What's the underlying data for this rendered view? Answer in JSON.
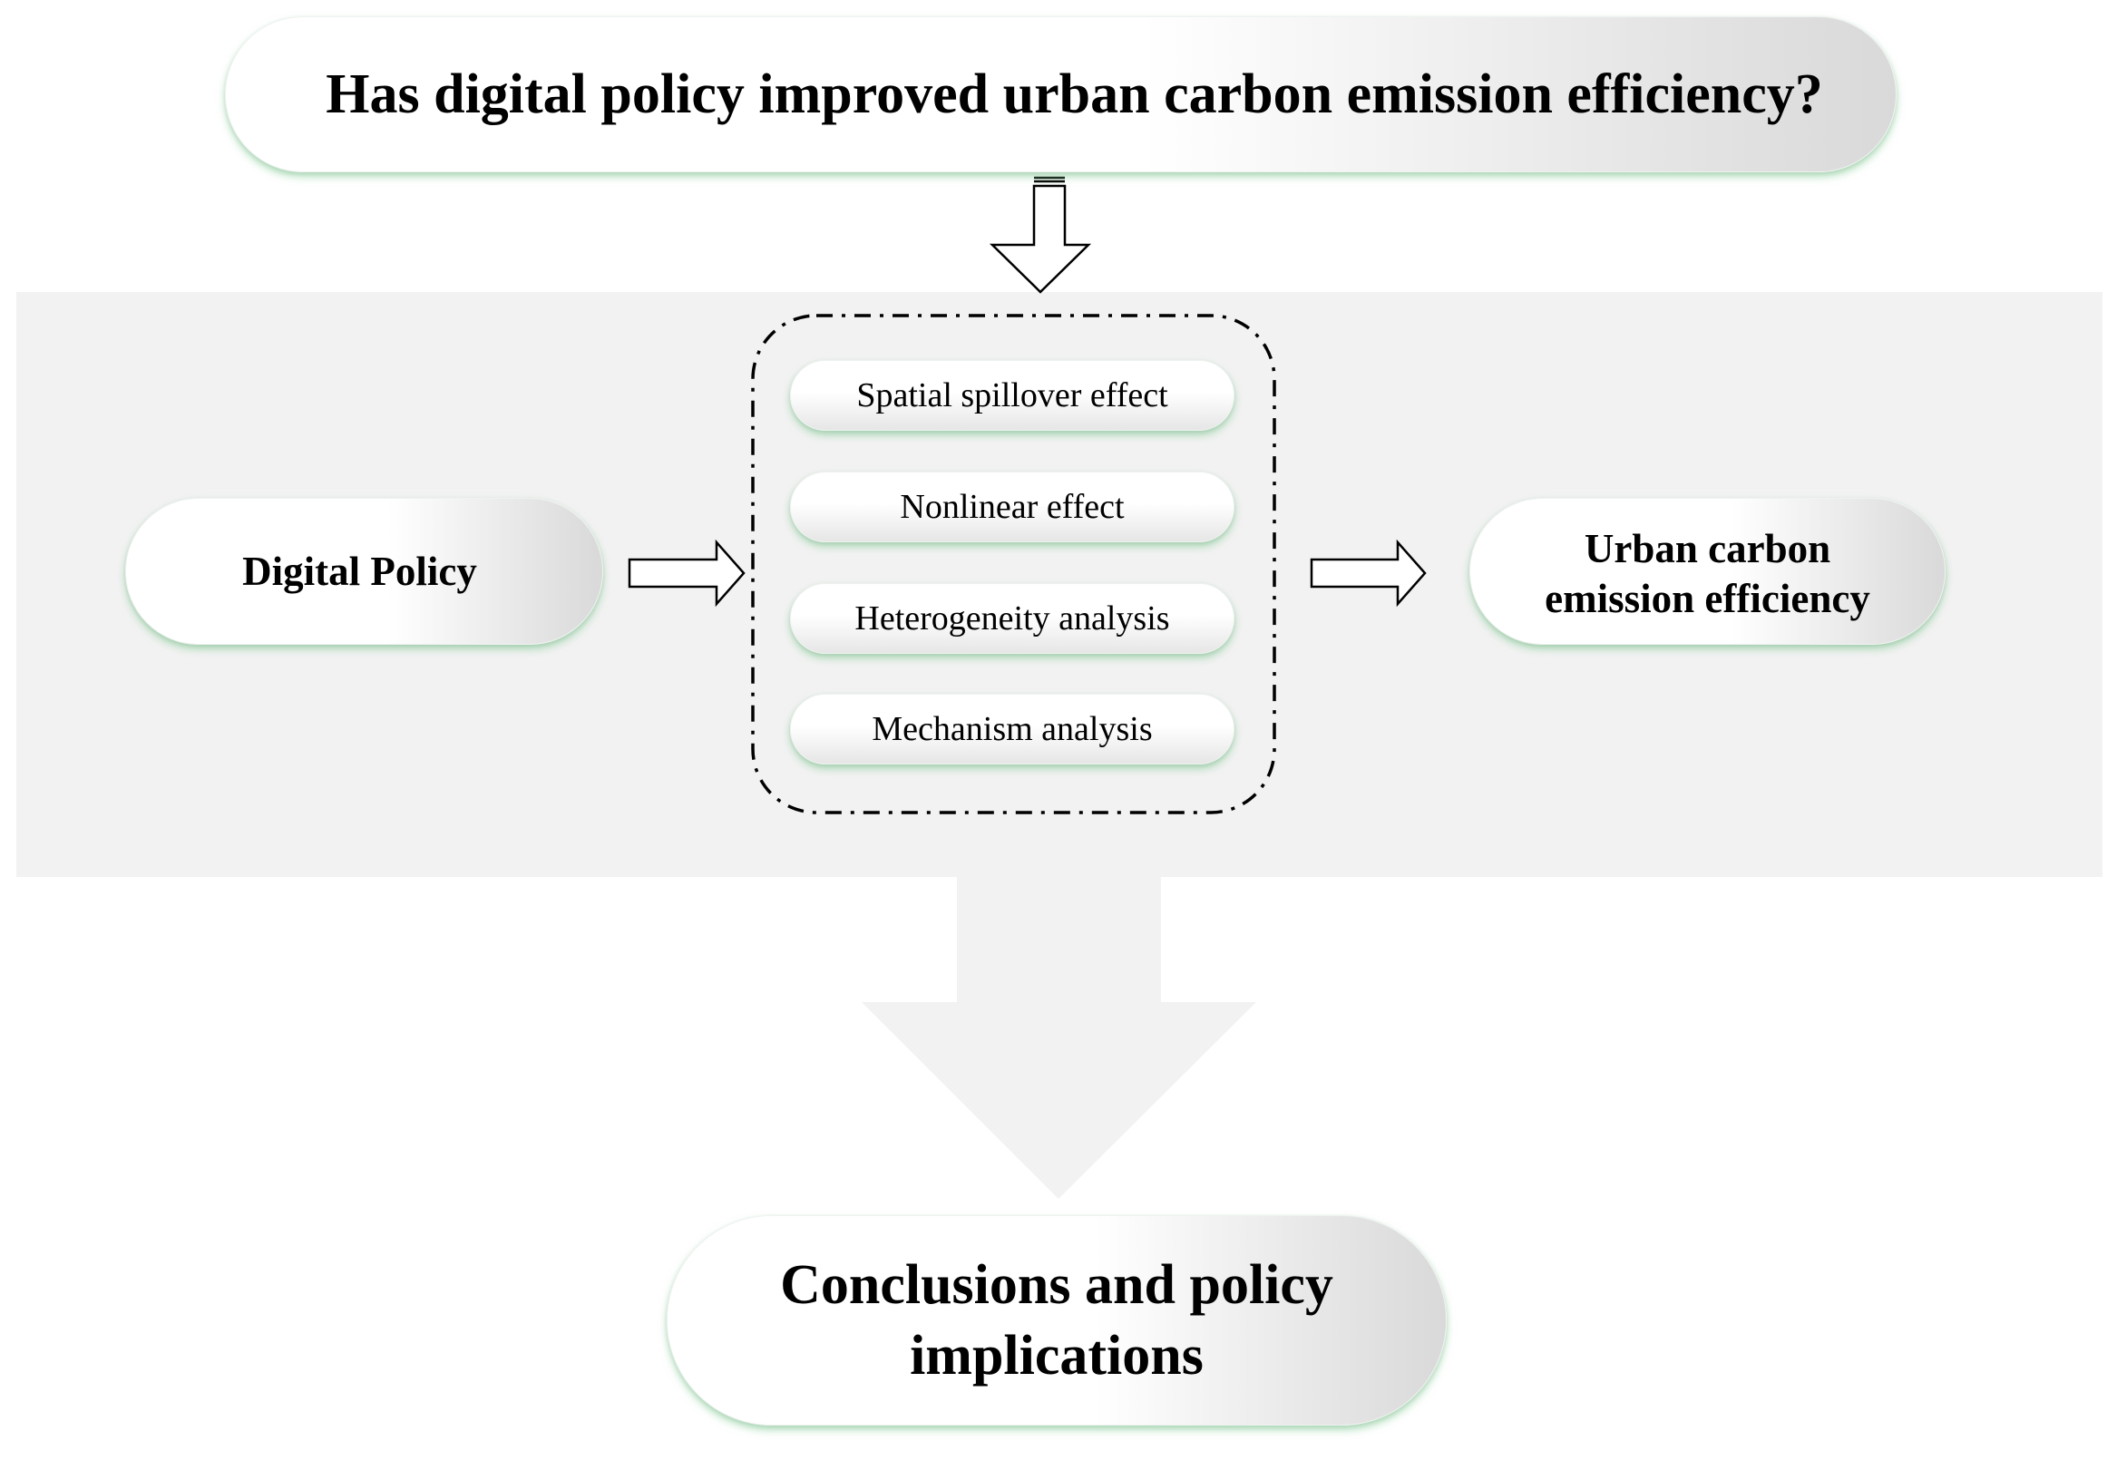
{
  "diagram": {
    "question": "Has digital policy improved urban carbon emission efficiency?",
    "input_node": "Digital Policy",
    "analysis_items": [
      "Spatial spillover effect",
      "Nonlinear effect",
      "Heterogeneity analysis",
      "Mechanism analysis"
    ],
    "output_node_line1": "Urban carbon",
    "output_node_line2": "emission efficiency",
    "conclusion_line1": "Conclusions and policy",
    "conclusion_line2": "implications"
  }
}
